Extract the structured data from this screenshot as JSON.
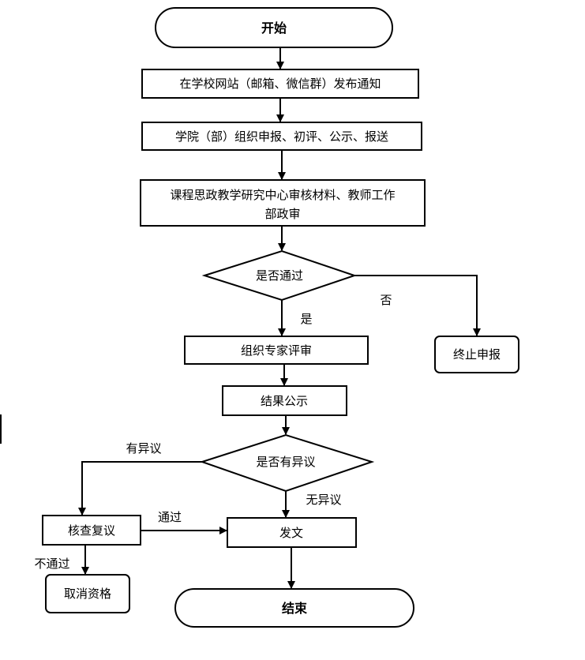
{
  "nodes": {
    "start": "开始",
    "notice": "在学校网站（邮箱、微信群）发布通知",
    "college": "学院（部）组织申报、初评、公示、报送",
    "review_line1": "课程思政教学研究中心审核材料、教师工作",
    "review_line2": "部政审",
    "pass_decision": "是否通过",
    "terminate": "终止申报",
    "expert": "组织专家评审",
    "publicize": "结果公示",
    "objection_decision": "是否有异议",
    "recheck": "核查复议",
    "issue": "发文",
    "disqualify": "取消资格",
    "end": "结束"
  },
  "edges": {
    "no": "否",
    "yes": "是",
    "has_objection": "有异议",
    "no_objection": "无异议",
    "passed": "通过",
    "not_passed": "不通过"
  }
}
